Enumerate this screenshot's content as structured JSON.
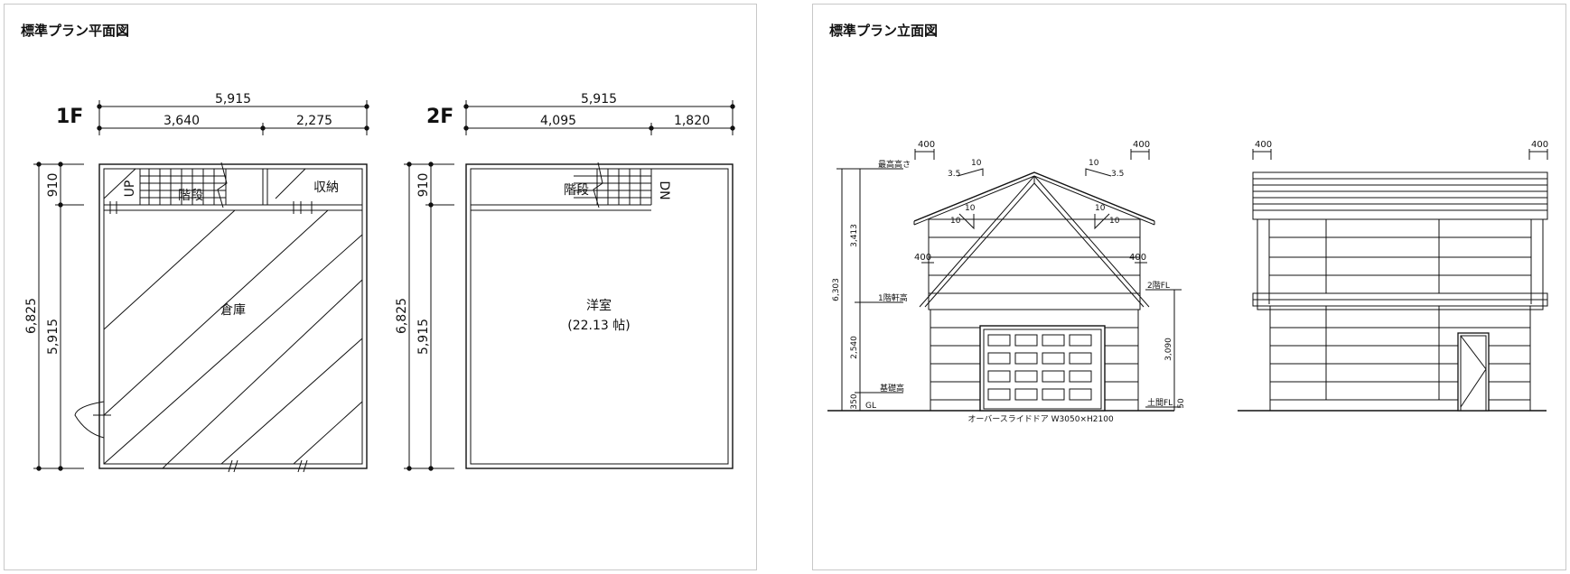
{
  "plan": {
    "title": "標準プラン平面図",
    "floor1": {
      "label": "1F",
      "dim_total_top": "5,915",
      "dim_left": "3,640",
      "dim_right": "2,275",
      "dim_side_total": "6,825",
      "dim_side_top": "910",
      "dim_side_main": "5,915",
      "stairs": "階段",
      "up": "UP",
      "storage": "収納",
      "room": "倉庫"
    },
    "floor2": {
      "label": "2F",
      "dim_total_top": "5,915",
      "dim_left": "4,095",
      "dim_right": "1,820",
      "dim_side_total": "6,825",
      "dim_side_top": "910",
      "dim_side_main": "5,915",
      "stairs": "階段",
      "dn": "DN",
      "room": "洋室",
      "room_size": "(22.13 帖)"
    }
  },
  "elevation": {
    "title": "標準プラン立面図",
    "front": {
      "eave_left": "400",
      "eave_right": "400",
      "wall_left": "400",
      "wall_right": "400",
      "max_height": "最高高さ",
      "pitch_a": "10",
      "pitch_b": "3.5",
      "pitch_c": "10",
      "pitch_d": "3.5",
      "gable_a": "10",
      "gable_b": "10",
      "gable_c": "10",
      "gable_d": "10",
      "eave_height": "1階軒高",
      "second_fl": "2階FL",
      "foundation": "基礎高",
      "gl": "GL",
      "doma_fl": "土間FL",
      "dim_total": "6,303",
      "dim_upper": "3,413",
      "dim_lower": "2,540",
      "dim_base": "350",
      "dim_right_upper": "3,090",
      "dim_right_base": "50",
      "door_note": "オーバースライドドア W3050×H2100"
    },
    "side": {
      "eave_left": "400",
      "eave_right": "400"
    }
  }
}
